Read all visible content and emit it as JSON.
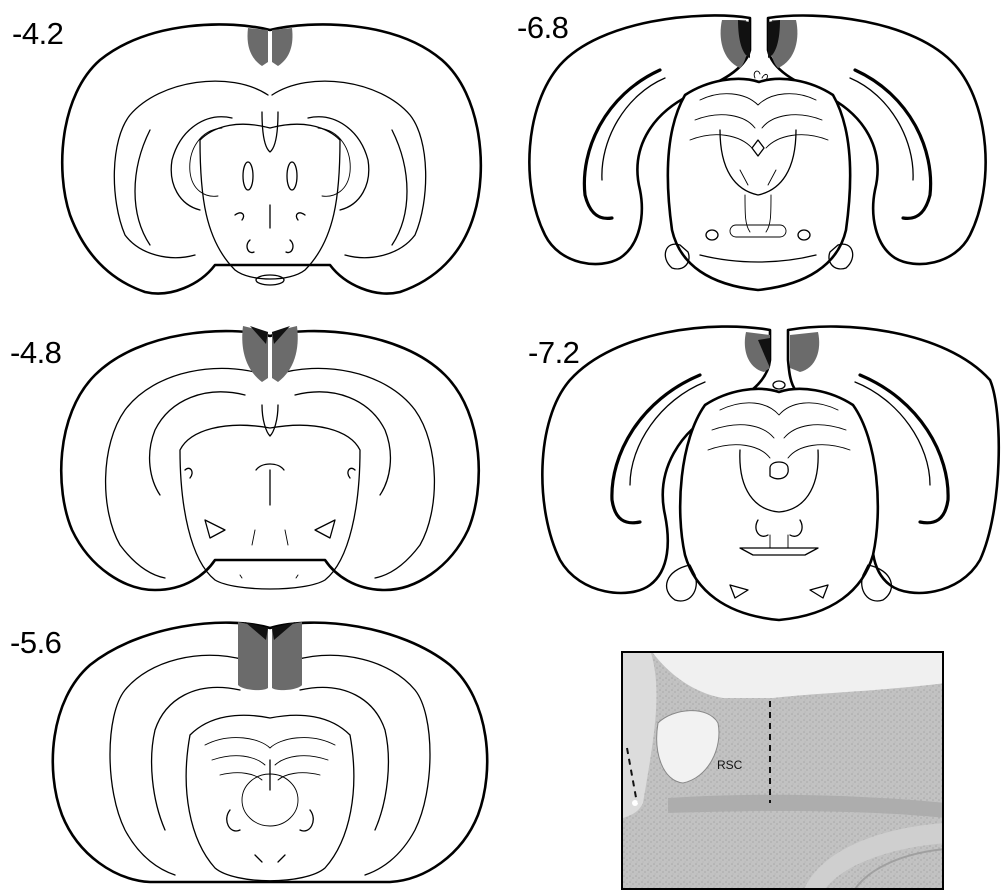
{
  "sections": [
    {
      "id": "s1",
      "label": "-4.2"
    },
    {
      "id": "s2",
      "label": "-4.8"
    },
    {
      "id": "s3",
      "label": "-5.6"
    },
    {
      "id": "s4",
      "label": "-6.8"
    },
    {
      "id": "s5",
      "label": "-7.2"
    }
  ],
  "photo": {
    "label": "RSC"
  },
  "colors": {
    "lesion": "#6b6b6b",
    "lesion_core": "#111111",
    "outline": "#000000",
    "tissue": "#bdbdbd"
  }
}
